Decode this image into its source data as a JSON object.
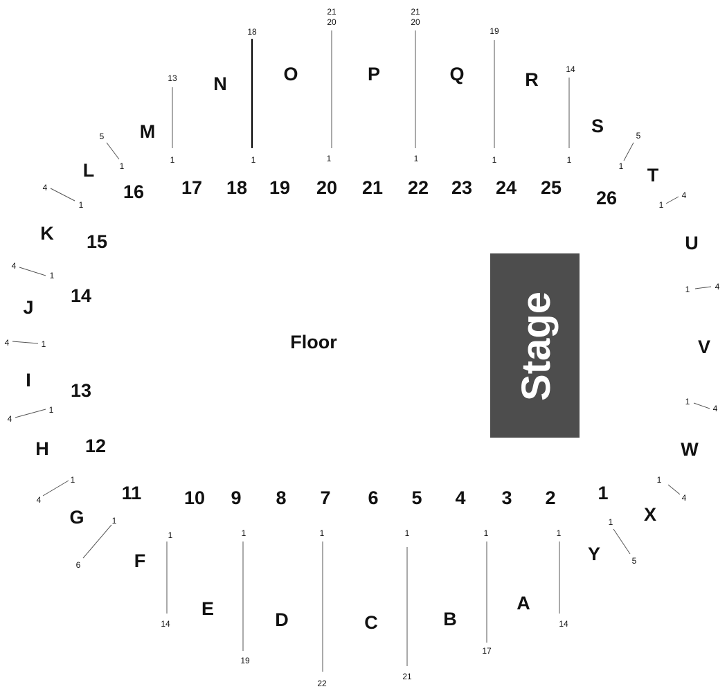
{
  "floor_label": "Floor",
  "stage_label": "Stage",
  "colors": {
    "stage": "#4d4d4d",
    "text": "#111111",
    "line": "#555555"
  },
  "section_letters": [
    "A",
    "B",
    "C",
    "D",
    "E",
    "F",
    "G",
    "H",
    "I",
    "J",
    "K",
    "L",
    "M",
    "N",
    "O",
    "P",
    "Q",
    "R",
    "S",
    "T",
    "U",
    "V",
    "W",
    "X",
    "Y"
  ],
  "floor_sections": [
    "1",
    "2",
    "3",
    "4",
    "5",
    "6",
    "7",
    "8",
    "9",
    "10",
    "11",
    "12",
    "13",
    "14",
    "15",
    "16",
    "17",
    "18",
    "19",
    "20",
    "21",
    "22",
    "23",
    "24",
    "25",
    "26"
  ],
  "row_markers": {
    "m_inner": "1",
    "m_outer": "13",
    "n_inner": "1",
    "n_outer": "18",
    "o_inner": "1",
    "o_outer_a": "21",
    "o_outer_b": "20",
    "p_inner": "1",
    "p_outer_a": "21",
    "p_outer_b": "20",
    "q_inner": "1",
    "q_outer": "19",
    "r_inner": "1",
    "r_outer": "14",
    "l_inner": "1",
    "l_outer": "5",
    "k_inner": "1",
    "k_outer": "4",
    "j_inner": "1",
    "j_outer": "4",
    "i_inner": "1",
    "i_outer": "4",
    "h_inner": "1",
    "h_outer": "4",
    "g_inner": "1",
    "g_outer": "4",
    "f_inner": "1",
    "f_outer": "6",
    "e_inner": "1",
    "e_outer": "14",
    "d_inner": "1",
    "d_outer": "19",
    "c_inner": "1",
    "c_outer": "22",
    "b_inner": "1",
    "b_outer": "21",
    "a_inner": "1",
    "a_outer": "17",
    "y_inner": "1",
    "y_outer": "14",
    "x_inner": "1",
    "x_outer": "5",
    "s_inner": "1",
    "s_outer": "5",
    "t_inner": "1",
    "t_outer": "4",
    "u_inner": "1",
    "u_outer": "4",
    "v_inner": "1",
    "v_outer": "4",
    "w_inner": "1",
    "w_outer": "4"
  }
}
